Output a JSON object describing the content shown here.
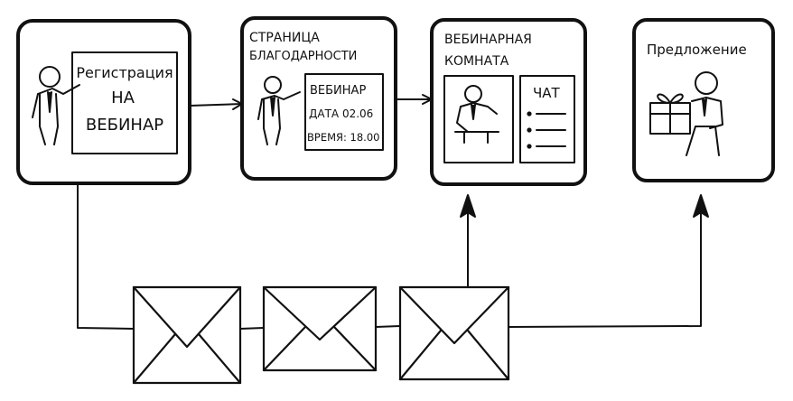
{
  "colors": {
    "ink": "#111111",
    "paper": "#ffffff"
  },
  "steps": {
    "registration": {
      "line1": "Регистрация",
      "line2": "НА",
      "line3": "ВЕБИНАР"
    },
    "thanks": {
      "title1": "СТРАНИЦА",
      "title2": "БЛАГОДАРНОСТИ",
      "board1": "ВЕБИНАР",
      "board2": "ДАТА 02.06",
      "board3": "ВРЕМЯ: 18.00"
    },
    "room": {
      "title1": "ВЕБИНАРНАЯ",
      "title2": "КОМНАТА",
      "chat": "ЧАТ"
    },
    "offer": {
      "title": "Предложение"
    }
  },
  "icons": {
    "presenter": "presenter-icon",
    "envelope": "envelope-icon",
    "gift": "gift-box-icon",
    "arrow": "arrow-head-icon"
  }
}
